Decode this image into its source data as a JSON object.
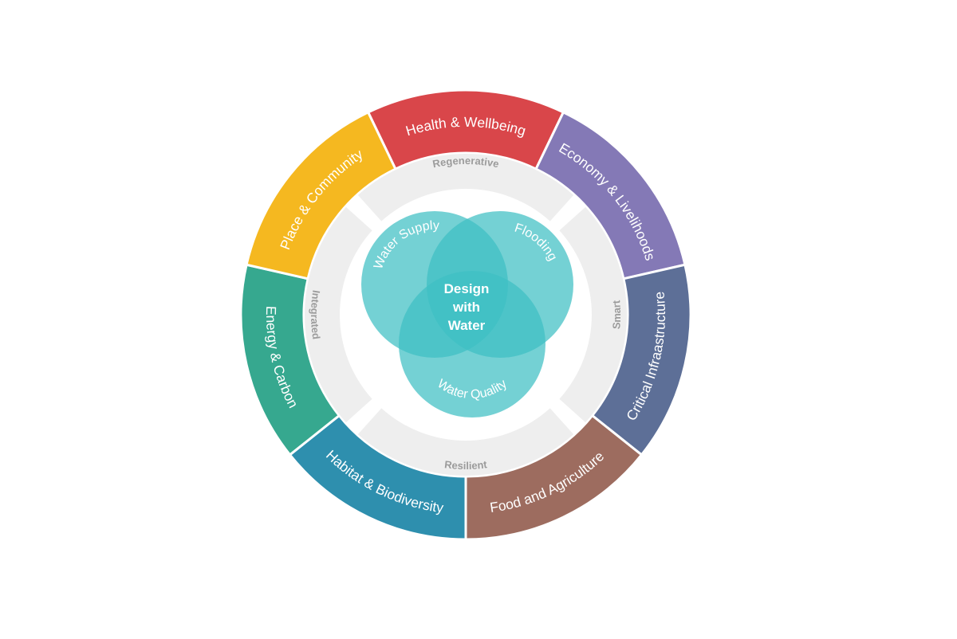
{
  "outer_ring": [
    {
      "label": "Health & Wellbeing",
      "color": "#d9464a"
    },
    {
      "label": "Economy & Livelihoods",
      "color": "#8479b6"
    },
    {
      "label": "Critical Infraastructure",
      "color": "#5d6f97"
    },
    {
      "label": "Food and Agriculture",
      "color": "#9d6c5f"
    },
    {
      "label": "Habitat & Biodiversity",
      "color": "#2e8fae"
    },
    {
      "label": "Energy & Carbon",
      "color": "#36a88f"
    },
    {
      "label": "Place & Community",
      "color": "#f5b820"
    }
  ],
  "inner_ring": {
    "color": "#eeeeee",
    "labels": [
      "Regenerative",
      "Smart",
      "Resilient",
      "Integrated"
    ]
  },
  "venn": {
    "color": "#3fbfc4",
    "circles": [
      "Water Supply",
      "Flooding",
      "Water Quality"
    ],
    "center_lines": [
      "Design",
      "with",
      "Water"
    ]
  }
}
